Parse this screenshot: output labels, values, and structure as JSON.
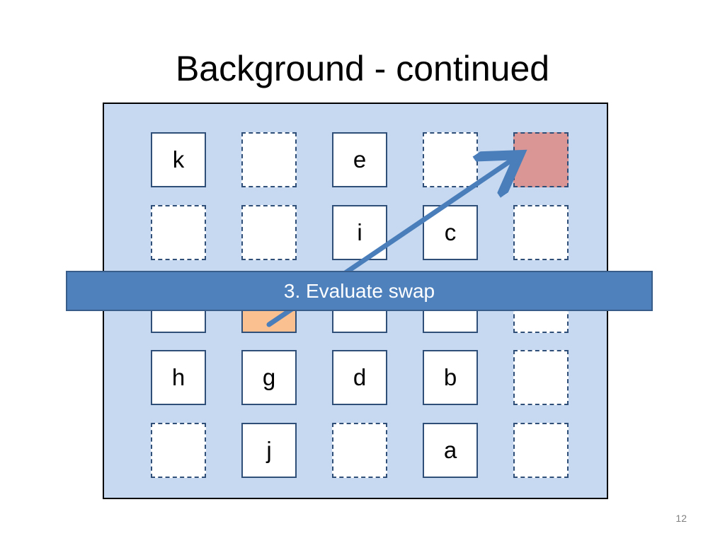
{
  "slide": {
    "title": "Background - continued",
    "banner_text": "3. Evaluate swap",
    "page_number": "12"
  },
  "grid": {
    "rows": [
      [
        {
          "label": "k",
          "state": "filled"
        },
        {
          "label": "",
          "state": "empty"
        },
        {
          "label": "e",
          "state": "filled"
        },
        {
          "label": "",
          "state": "empty"
        },
        {
          "label": "",
          "state": "target"
        }
      ],
      [
        {
          "label": "",
          "state": "empty"
        },
        {
          "label": "",
          "state": "empty"
        },
        {
          "label": "i",
          "state": "filled"
        },
        {
          "label": "c",
          "state": "filled"
        },
        {
          "label": "",
          "state": "empty"
        }
      ],
      [
        {
          "label": "",
          "state": "filled"
        },
        {
          "label": "",
          "state": "source"
        },
        {
          "label": "",
          "state": "filled"
        },
        {
          "label": "",
          "state": "filled"
        },
        {
          "label": "",
          "state": "empty"
        }
      ],
      [
        {
          "label": "h",
          "state": "filled"
        },
        {
          "label": "g",
          "state": "filled"
        },
        {
          "label": "d",
          "state": "filled"
        },
        {
          "label": "b",
          "state": "filled"
        },
        {
          "label": "",
          "state": "empty"
        }
      ],
      [
        {
          "label": "",
          "state": "empty"
        },
        {
          "label": "j",
          "state": "filled"
        },
        {
          "label": "",
          "state": "empty"
        },
        {
          "label": "a",
          "state": "filled"
        },
        {
          "label": "",
          "state": "empty"
        }
      ]
    ]
  },
  "colors": {
    "board": "#c6d9f1",
    "source_cell": "#fac090",
    "target_cell": "#d99694",
    "arrow": "#4a7ebb",
    "banner": "#4f81bd"
  }
}
